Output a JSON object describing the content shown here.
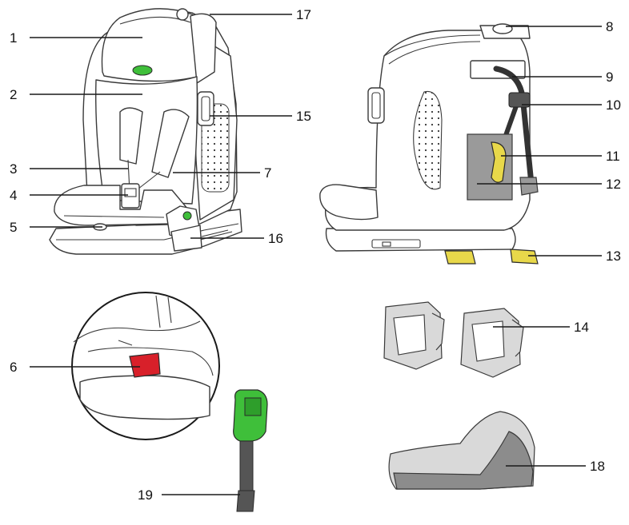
{
  "colors": {
    "line": "#3a3a3a",
    "green": "#3fbf3a",
    "yellow": "#e8d84a",
    "red": "#d8202a",
    "gray": "#9a9a9a",
    "light_gray": "#d9d9d9",
    "dark_gray": "#555555"
  },
  "labels": {
    "l1": "1",
    "l2": "2",
    "l3": "3",
    "l4": "4",
    "l5": "5",
    "l6": "6",
    "l7": "7",
    "l8": "8",
    "l9": "9",
    "l10": "10",
    "l11": "11",
    "l12": "12",
    "l13": "13",
    "l14": "14",
    "l15": "15",
    "l16": "16",
    "l17": "17",
    "l18": "18",
    "l19": "19"
  }
}
